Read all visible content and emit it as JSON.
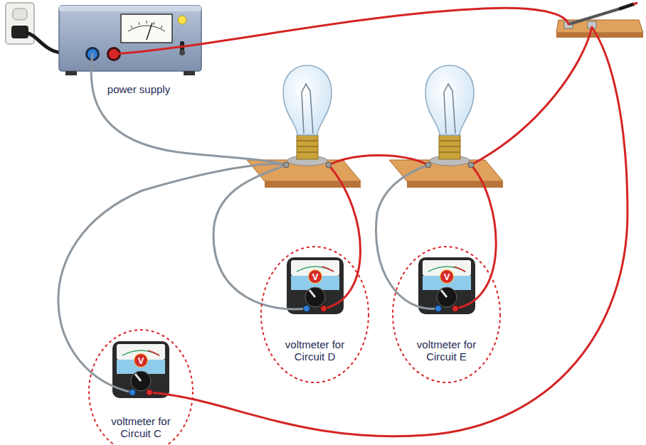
{
  "diagram": {
    "nodes": [
      {
        "text": [
          "power supply"
        ]
      },
      {
        "text": [
          "voltmeter for Circuit D"
        ]
      },
      {
        "text": [
          "voltmeter for Circuit E"
        ]
      },
      {
        "text": [
          "voltmeter for Circuit C"
        ]
      }
    ],
    "labels": [
      "V",
      "V",
      "V"
    ]
  }
}
